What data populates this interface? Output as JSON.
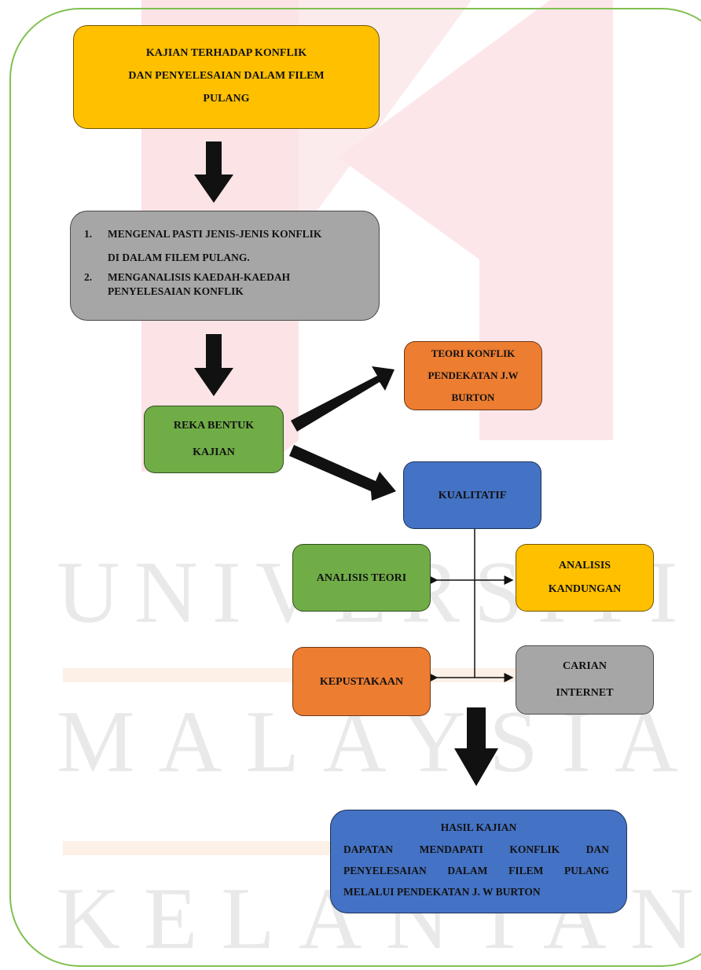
{
  "watermark": {
    "line1": "UNIVERSITI",
    "line2": "MALAYSIA",
    "line3": "KELANTAN"
  },
  "nodes": {
    "kajian": {
      "line1": "KAJIAN TERHADAP KONFLIK",
      "line2": "DAN PENYELESAIAN DALAM FILEM",
      "line3": "PULANG"
    },
    "objektif": {
      "item1_num": "1.",
      "item1_line1": "MENGENAL PASTI JENIS-JENIS KONFLIK",
      "item1_line2": "DI DALAM FILEM PULANG.",
      "item2_num": "2.",
      "item2_line1": "MENGANALISIS KAEDAH-KAEDAH",
      "item2_line2": "PENYELESAIAN KONFLIK"
    },
    "reka_bentuk": {
      "line1": "REKA BENTUK",
      "line2": "KAJIAN"
    },
    "teori_konflik": {
      "line1": "TEORI KONFLIK",
      "line2": "PENDEKATAN J.W",
      "line3": "BURTON"
    },
    "kualitatif": {
      "label": "KUALITATIF"
    },
    "analisis_teori": {
      "label": "ANALISIS TEORI"
    },
    "analisis_kandungan": {
      "line1": "ANALISIS",
      "line2": "KANDUNGAN"
    },
    "kepustakaan": {
      "label": "KEPUSTAKAAN"
    },
    "carian_internet": {
      "line1": "CARIAN",
      "line2": "INTERNET"
    },
    "hasil_kajian": {
      "title": "HASIL KAJIAN",
      "line1": "DAPATAN MENDAPATI KONFLIK DAN",
      "line2": "PENYELESAIAN DALAM FILEM PULANG",
      "line3": "MELALUI PENDEKATAN J. W BURTON"
    }
  },
  "colors": {
    "yellow": "#ffc000",
    "gray": "#a6a6a6",
    "green": "#70ad47",
    "orange": "#ed7d31",
    "blue": "#4472c4",
    "frame": "#7fc04f"
  }
}
